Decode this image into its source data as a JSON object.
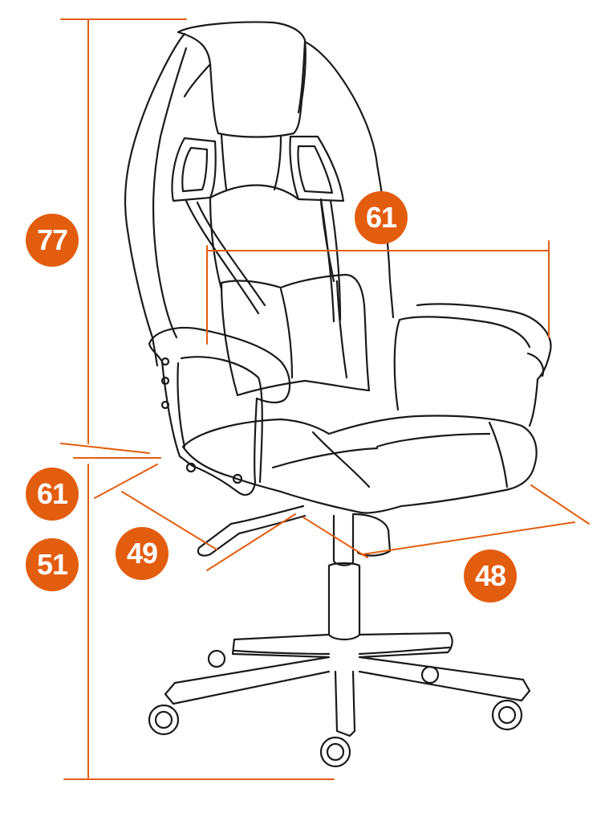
{
  "colors": {
    "dimension_line": "#e35d0f",
    "badge_background": "#e35d0f",
    "badge_text": "#ffffff",
    "outline": "#1a1a1a",
    "background": "#ffffff"
  },
  "dimensions": {
    "overall_height": "77",
    "armrest_width": "61",
    "seat_height_max": "61",
    "seat_height_min": "51",
    "seat_depth": "49",
    "seat_width": "48"
  }
}
